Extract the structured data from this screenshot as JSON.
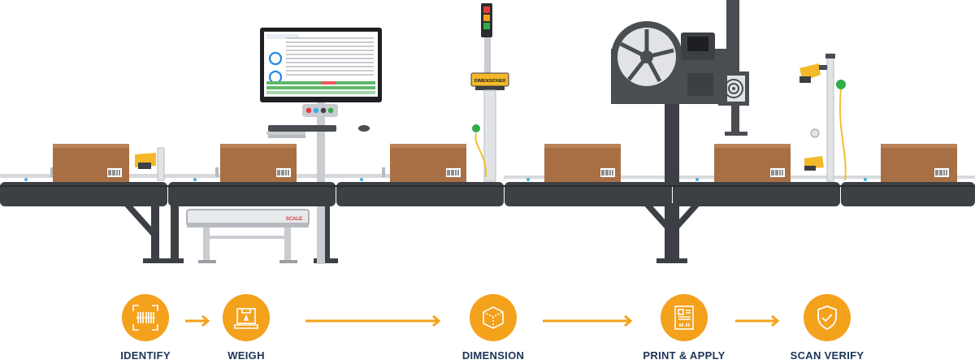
{
  "colors": {
    "accent": "#f4a11c",
    "label": "#1d3557",
    "conveyor": "#3c3f44",
    "box": "#a86f45",
    "machine": "#4a4d52",
    "frame": "#c9ccd0"
  },
  "equipment_labels": {
    "scale_tag": "SCALE",
    "dimensioner_tag": "DIMENSIONER"
  },
  "steps": [
    {
      "label": "IDENTIFY",
      "icon": "barcode-scan-icon"
    },
    {
      "label": "WEIGH",
      "icon": "scale-weight-icon"
    },
    {
      "label": "DIMENSION",
      "icon": "cube-dimension-icon"
    },
    {
      "label": "PRINT & APPLY",
      "icon": "label-print-icon"
    },
    {
      "label": "SCAN VERIFY",
      "icon": "shield-check-icon"
    }
  ]
}
